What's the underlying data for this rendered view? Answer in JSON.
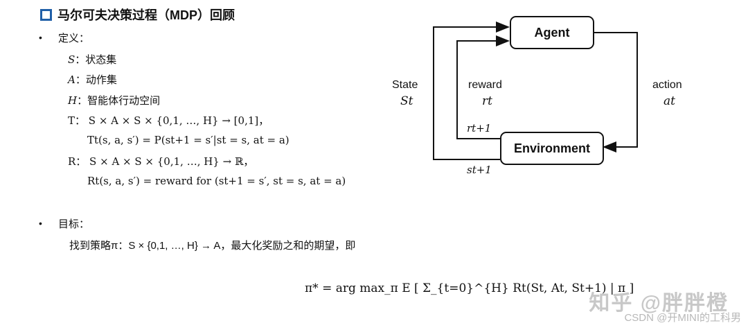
{
  "heading": "马尔可夫决策过程（MDP）回顾",
  "bullet_char": "•",
  "definition": {
    "label": "定义：",
    "s_sym": "S",
    "s_desc": "：状态集",
    "a_sym": "A",
    "a_desc": "：动作集",
    "h_sym": "H",
    "h_desc": "：智能体行动空间",
    "t_line": "T：  S × A × S × {0,1, …, H} → [0,1]，",
    "t_formula": "Tt(s, a, s′) = P(st+1 = s′|st = s, at = a)",
    "r_line": "R：  S × A × S × {0,1, …, H} → ℝ，",
    "r_formula": "Rt(s, a, s′) =  reward for (st+1 = s′, st = s, at = a)"
  },
  "goal": {
    "label": "目标：",
    "text": "找到策略π：S × {0,1, …, H} → A，最大化奖励之和的期望，即",
    "formula": "π* = arg max_π E [ Σ_{t=0}^{H} Rt(St, At, St+1) | π ]"
  },
  "diagram": {
    "agent": "Agent",
    "environment": "Environment",
    "state_word": "State",
    "state_sym": "St",
    "reward_word": "reward",
    "reward_sym": "rt",
    "action_word": "action",
    "action_sym": "at",
    "r_next": "rt+1",
    "s_next": "st+1"
  },
  "watermark": {
    "zhihu": "知乎 @胖胖橙",
    "csdn": "CSDN @开MINI的工科男"
  }
}
